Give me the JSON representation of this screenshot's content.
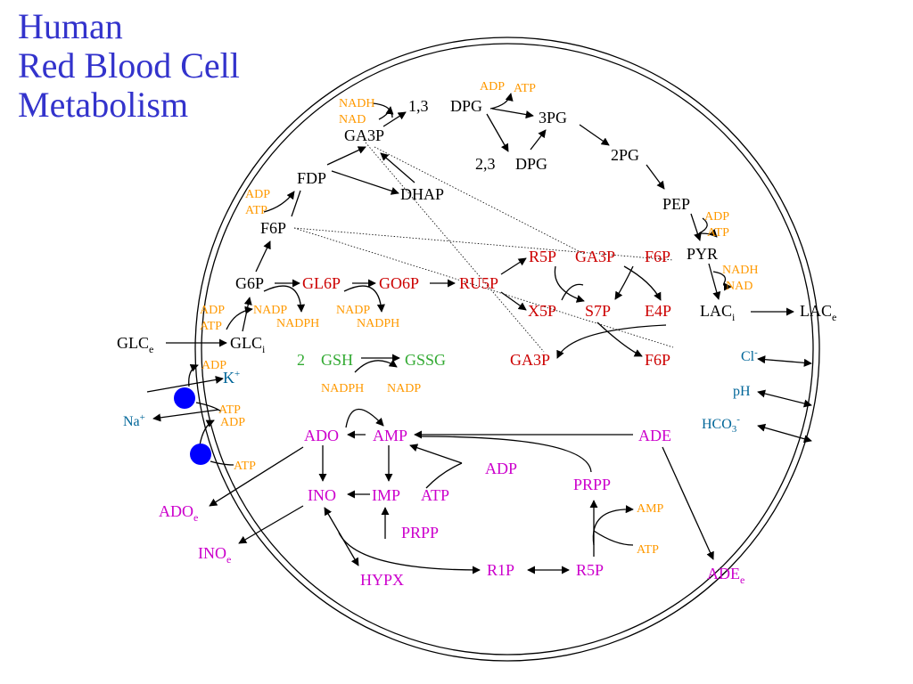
{
  "title": {
    "line1": "Human",
    "line2": "Red Blood Cell",
    "line3": "Metabolism"
  },
  "colors": {
    "title": "#3333cc",
    "glycolysis": "#000000",
    "cofactor": "#ff9900",
    "pentose_phosphate": "#cc0000",
    "glutathione": "#33aa33",
    "nucleotide": "#cc00cc",
    "ion": "#006699",
    "pump": "#0000ff"
  },
  "glycolysis": {
    "glc_e": "GLC",
    "glc_e_sub": "e",
    "glc_i": "GLC",
    "glc_i_sub": "i",
    "g6p": "G6P",
    "f6p": "F6P",
    "fdp": "FDP",
    "ga3p": "GA3P",
    "dhap": "DHAP",
    "bpg_13_num": "1,3",
    "bpg_13": "DPG",
    "bpg_23_num": "2,3",
    "bpg_23": "DPG",
    "pg3": "3PG",
    "pg2": "2PG",
    "pep": "PEP",
    "pyr": "PYR",
    "lac_i": "LAC",
    "lac_i_sub": "i",
    "lac_e": "LAC",
    "lac_e_sub": "e"
  },
  "cofactors": {
    "hk_adp": "ADP",
    "hk_atp": "ATP",
    "pfk_adp": "ADP",
    "pfk_atp": "ATP",
    "gapdh_nadh": "NADH",
    "gapdh_nad": "NAD",
    "pgk_adp": "ADP",
    "pgk_atp": "ATP",
    "pk_adp": "ADP",
    "pk_atp": "ATP",
    "ldh_nadh": "NADH",
    "ldh_nad": "NAD",
    "g6pd_nadp": "NADP",
    "g6pd_nadph": "NADPH",
    "pgd_nadp": "NADP",
    "pgd_nadph": "NADPH",
    "gsr_nadph": "NADPH",
    "gsr_nadp": "NADP",
    "pump_k_adp": "ADP",
    "pump_k_atp": "ATP",
    "pump_na_adp": "ADP",
    "pump_ca_atp": "ATP",
    "prps_amp": "AMP",
    "prps_atp": "ATP"
  },
  "pentose_phosphate": {
    "gl6p": "GL6P",
    "go6p": "GO6P",
    "ru5p": "RU5P",
    "r5p": "R5P",
    "ga3p_a": "GA3P",
    "f6p_a": "F6P",
    "x5p": "X5P",
    "s7p": "S7P",
    "e4p": "E4P",
    "ga3p_b": "GA3P",
    "f6p_b": "F6P"
  },
  "glutathione": {
    "coef": "2",
    "gsh": "GSH",
    "gssg": "GSSG"
  },
  "nucleotides": {
    "ado": "ADO",
    "amp": "AMP",
    "ade": "ADE",
    "adp": "ADP",
    "atp": "ATP",
    "ino": "INO",
    "imp": "IMP",
    "prpp_a": "PRPP",
    "prpp_b": "PRPP",
    "hypx": "HYPX",
    "r1p": "R1P",
    "r5p": "R5P",
    "ado_e": "ADO",
    "ado_e_sub": "e",
    "ino_e": "INO",
    "ino_e_sub": "e",
    "ade_e": "ADE",
    "ade_e_sub": "e"
  },
  "ions": {
    "k": "K",
    "k_sup": "+",
    "na": "Na",
    "na_sup": "+",
    "cl": "Cl",
    "cl_sup": "-",
    "ph": "pH",
    "hco3": "HCO",
    "hco3_sub": "3",
    "hco3_sup": "-"
  }
}
